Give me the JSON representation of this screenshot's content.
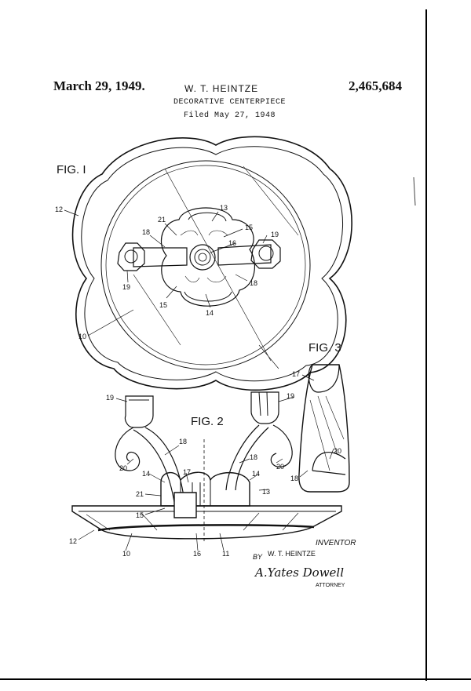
{
  "header": {
    "date": "March 29, 1949.",
    "inventor_name": "W. T. HEINTZE",
    "patent_number": "2,465,684",
    "title": "DECORATIVE CENTERPIECE",
    "filed": "Filed May 27, 1948"
  },
  "figures": {
    "fig1": "FIG. I",
    "fig2": "FIG. 2",
    "fig3": "FIG. 3"
  },
  "refs": {
    "r10a": "10",
    "r12a": "12",
    "r13a": "13",
    "r14a": "14",
    "r15a": "15",
    "r15b": "15",
    "r16a": "16",
    "r18a": "18",
    "r18b": "18",
    "r19a": "19",
    "r19b": "19",
    "r21a": "21",
    "r19c": "19",
    "r19d": "19",
    "r18c": "18",
    "r18d": "18",
    "r20a": "20",
    "r20b": "20",
    "r14b": "14",
    "r14c": "14",
    "r17a": "17",
    "r13b": "13",
    "r21b": "21",
    "r15c": "15",
    "r12b": "12",
    "r10b": "10",
    "r16b": "16",
    "r11a": "11",
    "r17b": "17",
    "r20c": "20",
    "r18e": "18"
  },
  "signature": {
    "inventor_label": "INVENTOR",
    "inventor": "W. T. HEINTZE",
    "by": "BY",
    "attorney_sig": "A.Yates Dowell",
    "attorney_label": "ATTORNEY"
  }
}
